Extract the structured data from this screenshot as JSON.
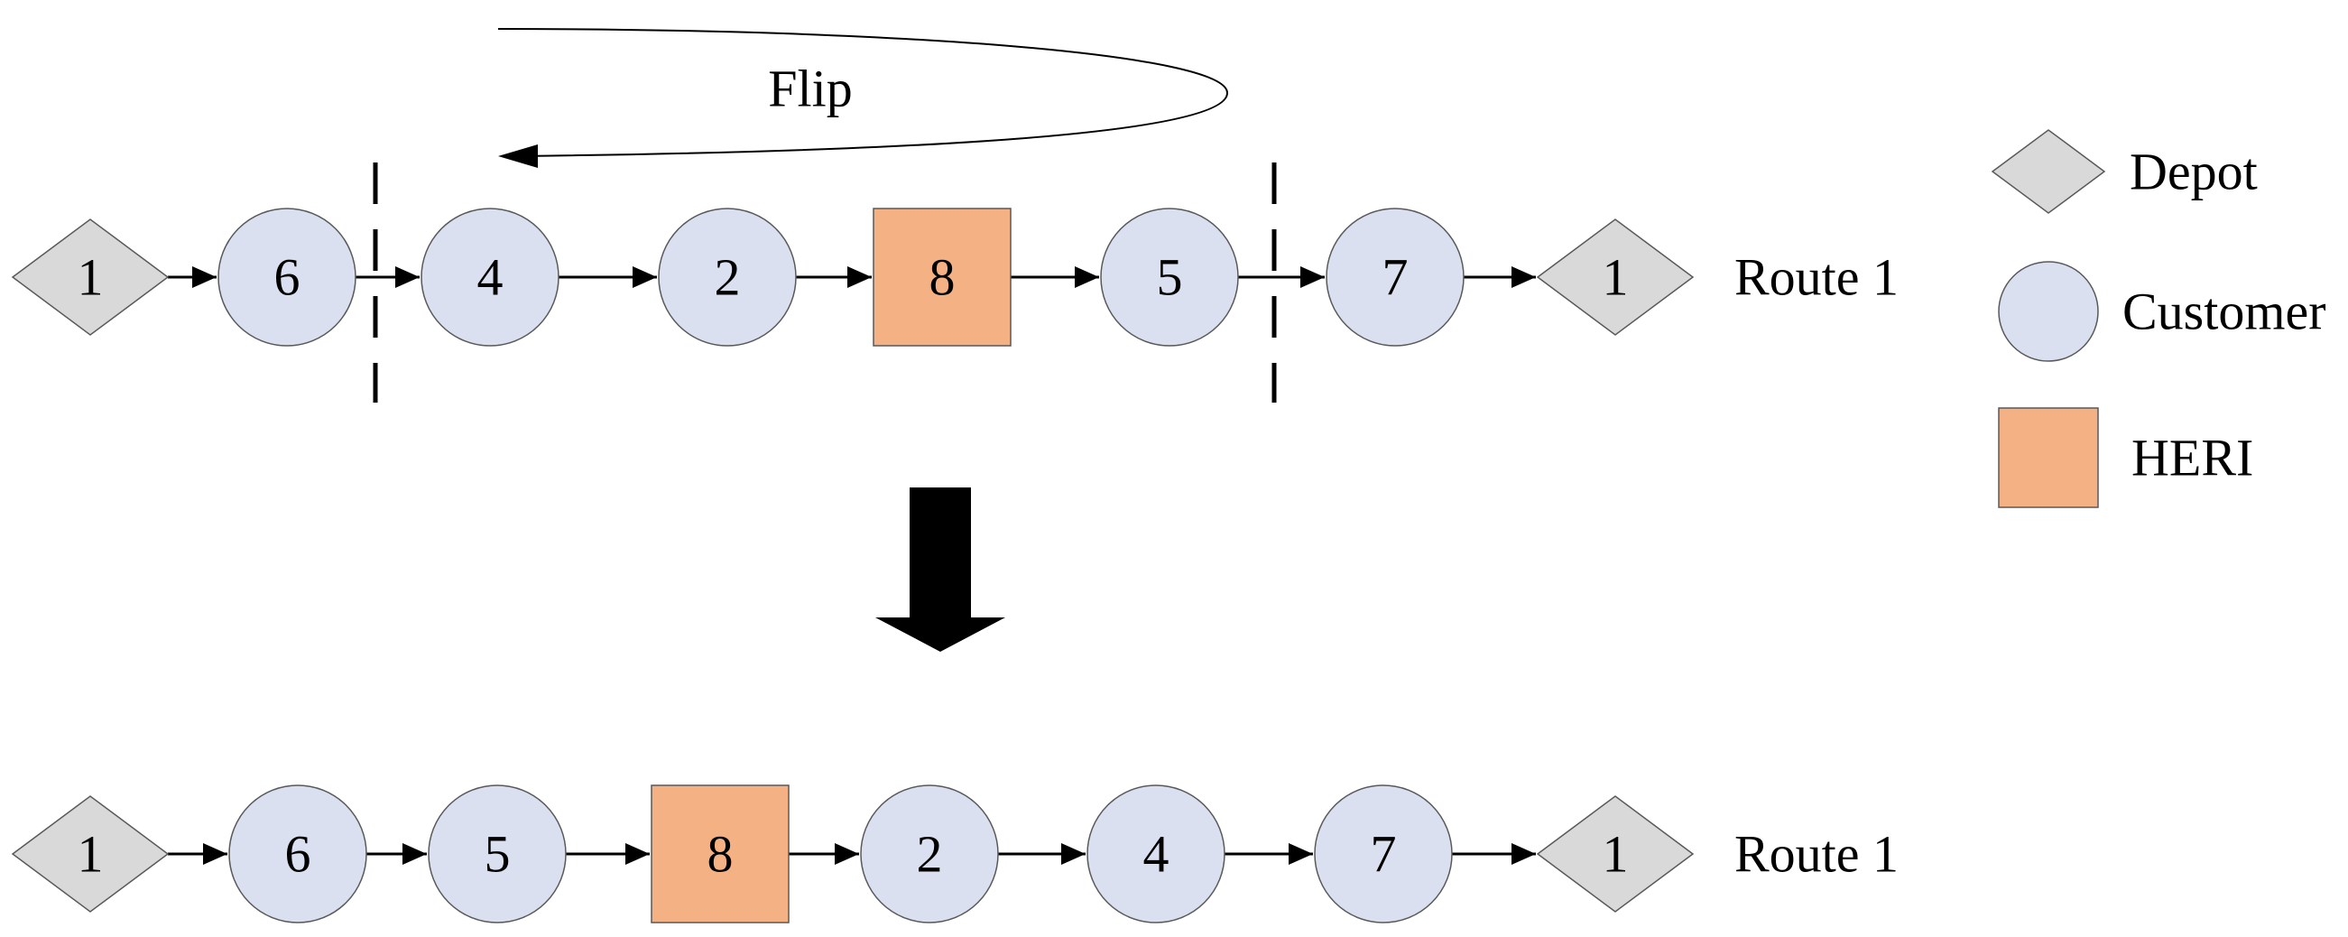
{
  "colors": {
    "depot_fill": "#d9d9d9",
    "customer_fill": "#dae0f0",
    "heri_fill": "#f4b183",
    "stroke": "#595959",
    "arrow": "#000000"
  },
  "operation": {
    "label": "Flip"
  },
  "legend": [
    {
      "type": "depot",
      "label": "Depot"
    },
    {
      "type": "customer",
      "label": "Customer"
    },
    {
      "type": "heri",
      "label": "HERI"
    }
  ],
  "routes": [
    {
      "label": "Route 1",
      "nodes": [
        {
          "type": "depot",
          "id": "1"
        },
        {
          "type": "customer",
          "id": "6"
        },
        {
          "type": "customer",
          "id": "4"
        },
        {
          "type": "customer",
          "id": "2"
        },
        {
          "type": "heri",
          "id": "8"
        },
        {
          "type": "customer",
          "id": "5"
        },
        {
          "type": "customer",
          "id": "7"
        },
        {
          "type": "depot",
          "id": "1"
        }
      ]
    },
    {
      "label": "Route 1",
      "nodes": [
        {
          "type": "depot",
          "id": "1"
        },
        {
          "type": "customer",
          "id": "6"
        },
        {
          "type": "customer",
          "id": "5"
        },
        {
          "type": "heri",
          "id": "8"
        },
        {
          "type": "customer",
          "id": "2"
        },
        {
          "type": "customer",
          "id": "4"
        },
        {
          "type": "customer",
          "id": "7"
        },
        {
          "type": "depot",
          "id": "1"
        }
      ]
    }
  ]
}
